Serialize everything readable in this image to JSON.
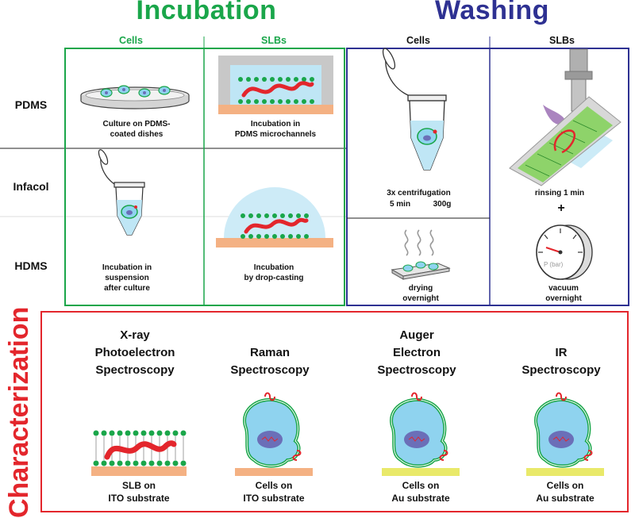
{
  "headers": {
    "incubation": "Incubation",
    "washing": "Washing",
    "characterization": "Characterization"
  },
  "columns": {
    "incubation_cells": "Cells",
    "incubation_slbs": "SLBs",
    "washing_cells": "Cells",
    "washing_slbs": "SLBs"
  },
  "rows": [
    "PDMS",
    "Infacol",
    "HDMS"
  ],
  "incubation_panels": {
    "pdms_cells": "Culture on PDMS-\ncoated dishes",
    "pdms_slbs": "Incubation in\nPDMS microchannels",
    "hdms_cells": "Incubation in\nsuspension\nafter culture",
    "hdms_slbs": "Incubation\nby drop-casting"
  },
  "washing_panels": {
    "cells_centrifuge": "3x centrifugation",
    "cells_centrifuge_time": "5 min",
    "cells_centrifuge_speed": "300g",
    "slbs_rinse": "rinsing 1 min",
    "plus": "+",
    "drying": "drying\novernight",
    "vacuum": "vacuum\novernight",
    "gauge_label": "P (bar)"
  },
  "characterization": [
    {
      "method": "X-ray\nPhotoelectron\nSpectroscopy",
      "sample": "SLB on\nITO substrate"
    },
    {
      "method": "Raman\nSpectroscopy",
      "sample": "Cells on\nITO substrate"
    },
    {
      "method": "Auger\nElectron\nSpectroscopy",
      "sample": "Cells on\nAu substrate"
    },
    {
      "method": "IR\nSpectroscopy",
      "sample": "Cells on\nAu substrate"
    }
  ],
  "colors": {
    "incubation": "#1aa64a",
    "washing": "#2e3192",
    "characterization": "#e3262c",
    "ito": "#f4b183",
    "au": "#e9e96a",
    "cell": "#8fd3ef",
    "membrane_green": "#1aa64a",
    "nucleus": "#6b6fb8",
    "protein_red": "#e3262c"
  }
}
